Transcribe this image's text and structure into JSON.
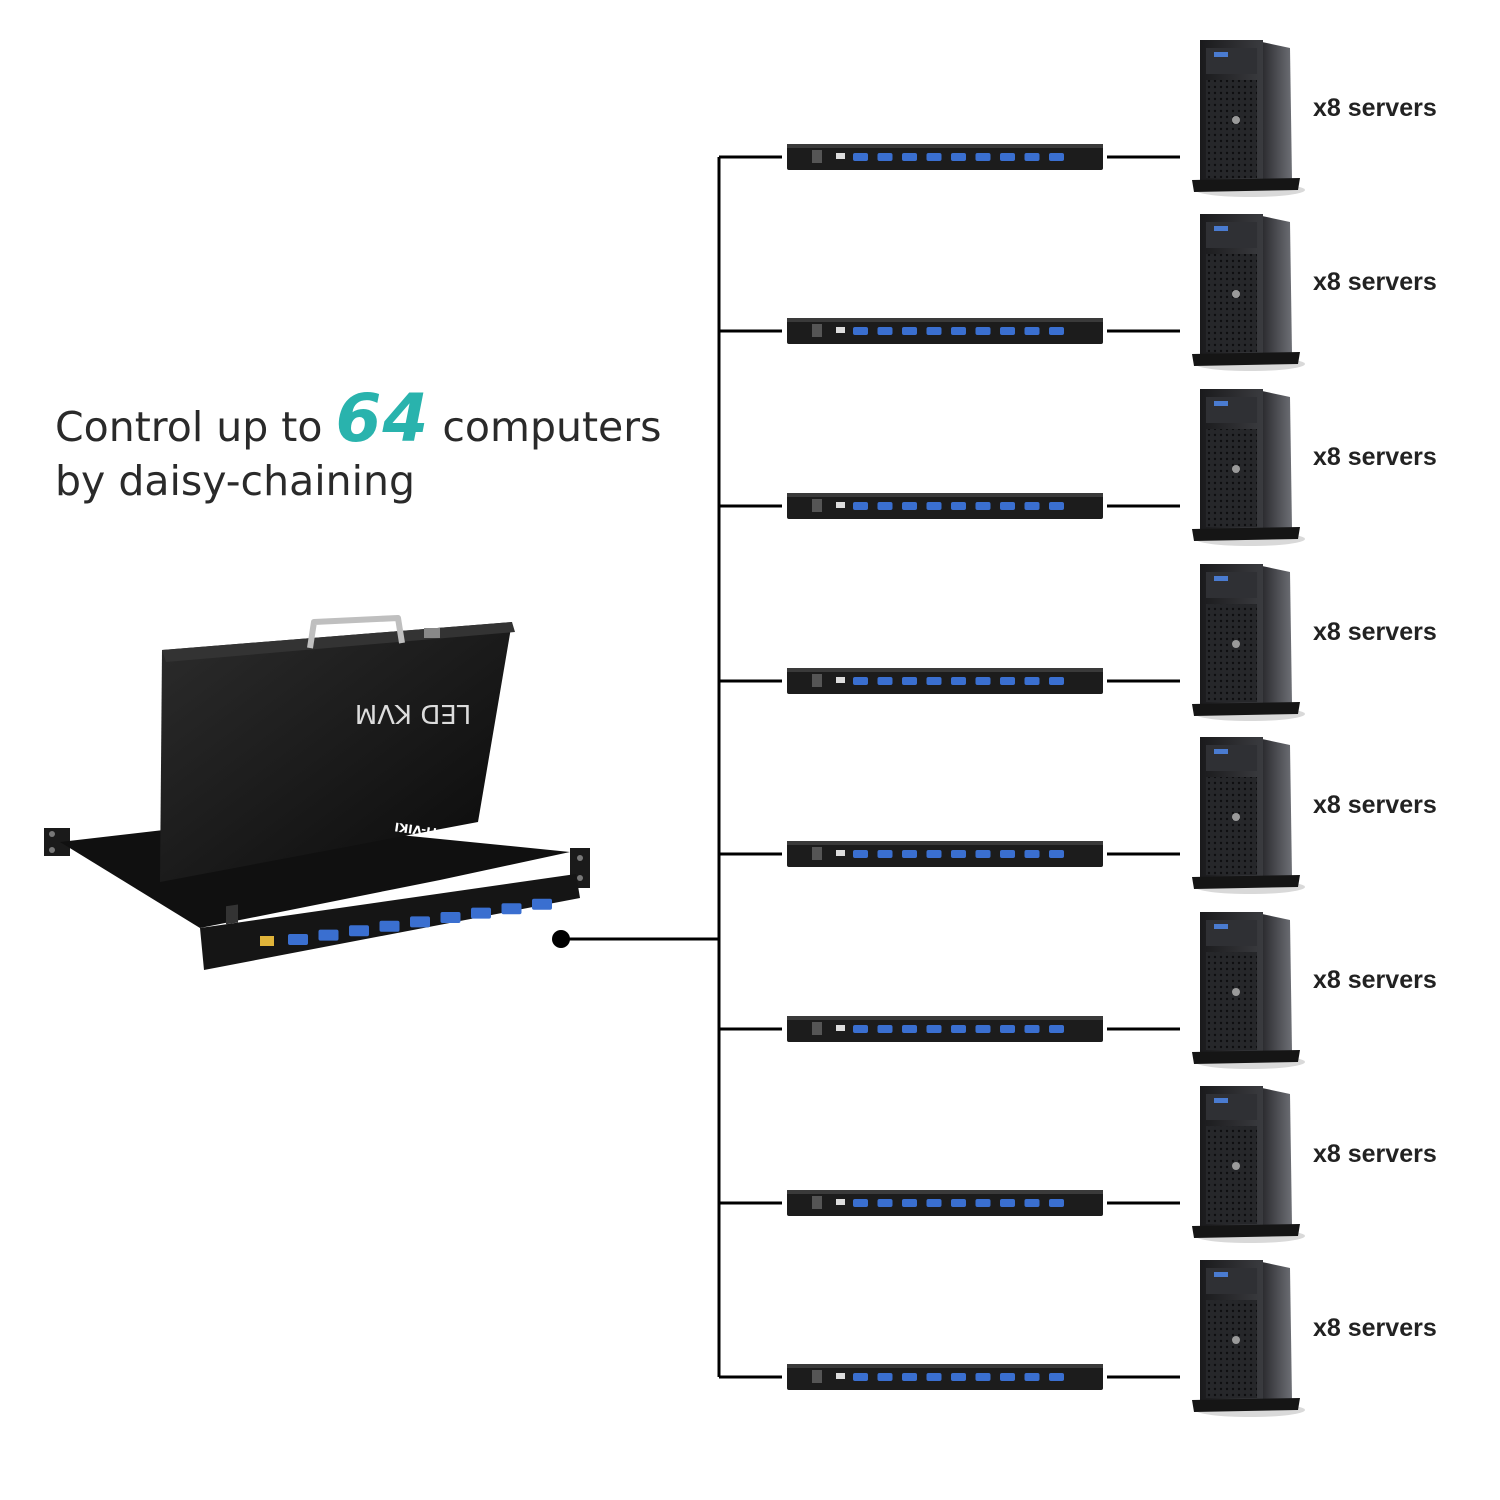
{
  "headline": {
    "line1_before": "Control up to ",
    "number": "64",
    "line1_after": " computers",
    "line2": "by daisy-chaining"
  },
  "console": {
    "screen_label": "LED KVM",
    "brand": "MT-VIKI"
  },
  "chain": {
    "switch_count": 8,
    "servers_label": "x8 servers",
    "server_labels": [
      "x8 servers",
      "x8 servers",
      "x8 servers",
      "x8 servers",
      "x8 servers",
      "x8 servers",
      "x8 servers",
      "x8 servers"
    ]
  },
  "colors": {
    "accent": "#29b3ad",
    "device": "#1c1c1c",
    "vga_port": "#3a6fd0",
    "line": "#000000"
  }
}
